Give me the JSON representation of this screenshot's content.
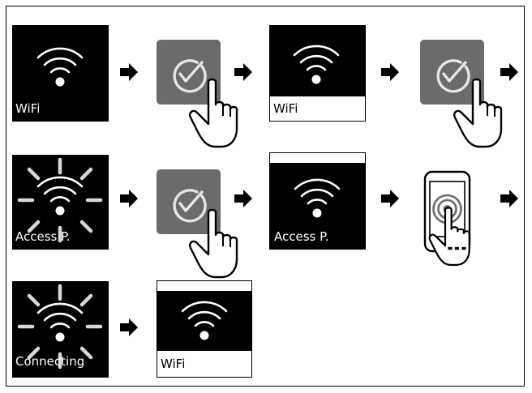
{
  "steps": {
    "wifi_label": "WiFi",
    "wifi_selected_label": "WiFi",
    "access_blinking_label": "Access P.",
    "access_selected_label": "Access P.",
    "connecting_label": "Connecting",
    "final_wifi_label": "WiFi"
  },
  "icons": {
    "wifi": "wifi-icon",
    "confirm": "check-circle-icon",
    "press": "hand-pointer-icon",
    "phone": "smartphone-icon",
    "arrow": "arrow-right-icon",
    "blink": "blink-rays-icon"
  },
  "colors": {
    "display_bg": "#000000",
    "display_fg": "#ffffff",
    "button_bg": "#6b6b6b",
    "button_fg": "#e6e6e6",
    "rays": "#d8d8d8",
    "outline": "#000000"
  }
}
